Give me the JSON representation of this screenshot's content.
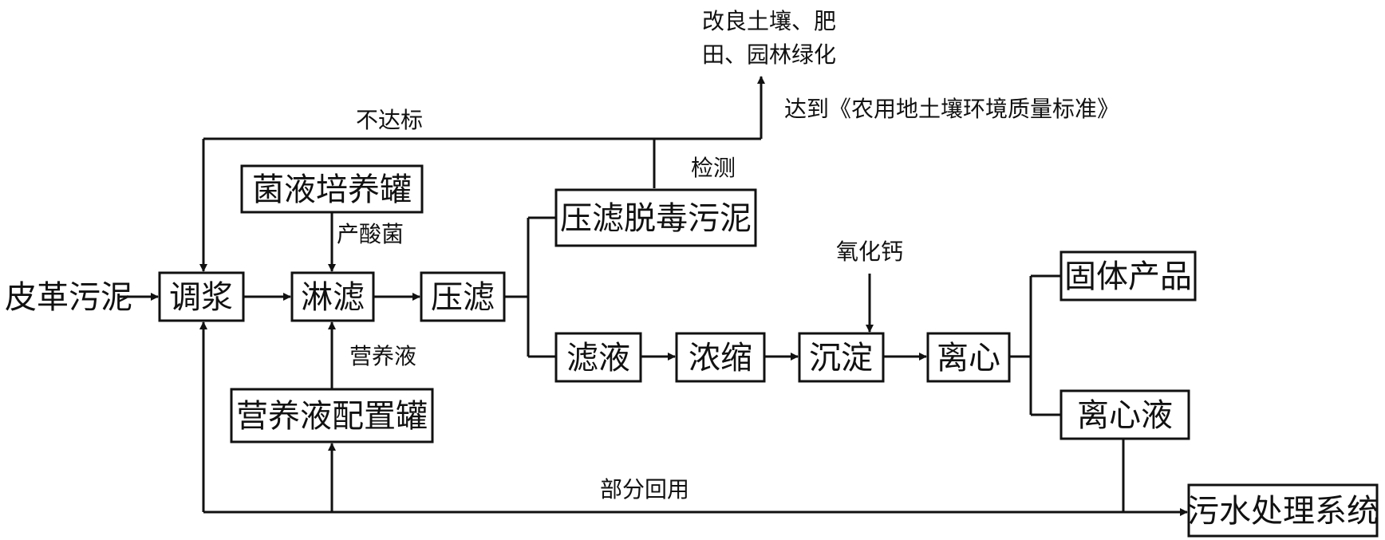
{
  "nodes": {
    "source": "皮革污泥",
    "tiaojiang": "调浆",
    "linlv": "淋滤",
    "yalv": "压滤",
    "culture_tank": "菌液培养罐",
    "nutrient_tank": "营养液配置罐",
    "sludge": "压滤脱毒污泥",
    "filtrate": "滤液",
    "concentrate": "浓缩",
    "precipitate": "沉淀",
    "centrifuge": "离心",
    "solid_product": "固体产品",
    "centrifuge_liquid": "离心液",
    "wastewater": "污水处理系统"
  },
  "labels": {
    "acid_bacteria": "产酸菌",
    "nutrient": "营养液",
    "detect": "检测",
    "not_meet": "不达标",
    "meet_standard": "达到《农用地土壤环境质量标准》",
    "use_line1": "改良土壤、肥",
    "use_line2": "田、园林绿化",
    "calcium_oxide": "氧化钙",
    "partial_reuse": "部分回用"
  }
}
